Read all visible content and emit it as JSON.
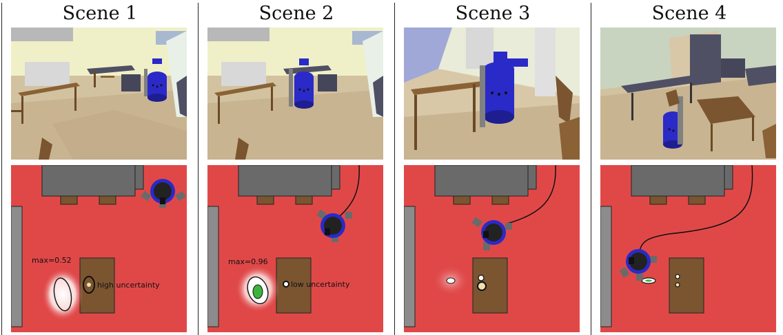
{
  "scenes": [
    {
      "title": "Scene 1",
      "map": {
        "max_label": "max=0.52",
        "uncertainty_label": "high uncertainty"
      }
    },
    {
      "title": "Scene 2",
      "map": {
        "max_label": "max=0.96",
        "uncertainty_label": "low uncertainty"
      }
    },
    {
      "title": "Scene 3",
      "map": {}
    },
    {
      "title": "Scene 4",
      "map": {}
    }
  ],
  "colors": {
    "map_background": "#e04848",
    "table": "#7a5530",
    "furniture": "#6a6a6a",
    "robot_body": "#2a2ac8",
    "robot_dark": "#222222"
  }
}
